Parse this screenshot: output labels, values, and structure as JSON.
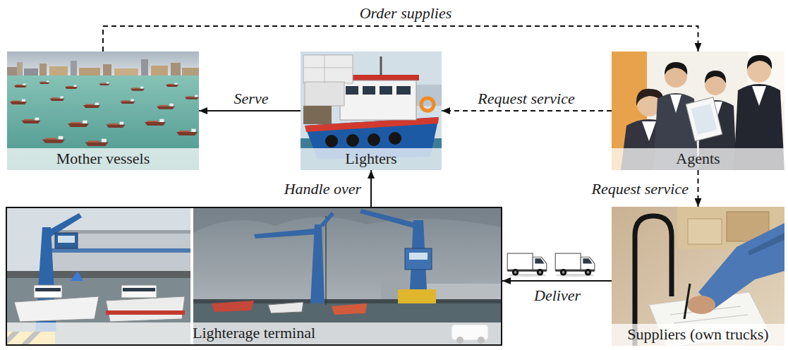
{
  "diagram": {
    "nodes": [
      {
        "text": [
          "Mother vessels"
        ]
      },
      {
        "text": [
          "Lighters"
        ]
      },
      {
        "text": [
          "Agents"
        ]
      },
      {
        "text": [
          "Lighterage terminal"
        ]
      },
      {
        "text": [
          "Suppliers (own trucks)"
        ]
      }
    ],
    "edges": [
      {
        "from": 0,
        "to": 2,
        "label": "Order supplies",
        "arrow": "to"
      },
      {
        "from": 1,
        "to": 0,
        "label": "Serve",
        "arrow": "to"
      },
      {
        "from": 2,
        "to": 1,
        "label": "Request service",
        "arrow": "to"
      },
      {
        "from": 2,
        "to": 4,
        "label": "Request service",
        "arrow": "to"
      },
      {
        "from": 4,
        "to": 3,
        "label": "Deliver",
        "arrow": "to"
      },
      {
        "from": 3,
        "to": 1,
        "label": "Handle over",
        "arrow": "to"
      }
    ]
  }
}
